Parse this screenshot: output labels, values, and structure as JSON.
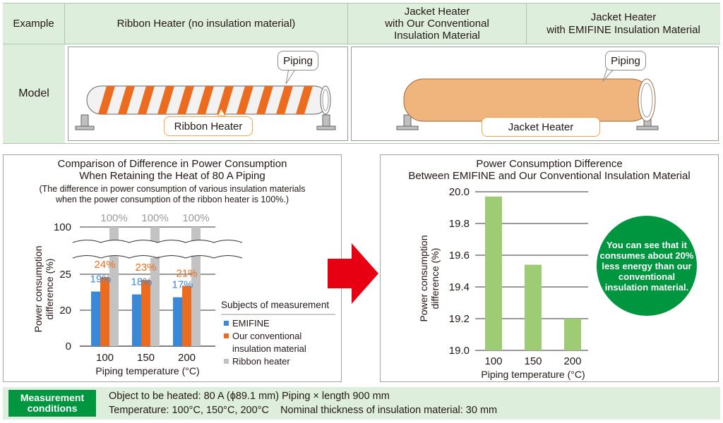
{
  "table": {
    "example_label": "Example",
    "model_label": "Model",
    "col_ribbon": "Ribbon Heater (no insulation material)",
    "col_conv_1": "Jacket Heater",
    "col_conv_2": "with Our Conventional",
    "col_conv_3": "Insulation Material",
    "col_emi_1": "Jacket Heater",
    "col_emi_2": "with EMIFINE Insulation Material",
    "piping_left": "Piping",
    "ribbon_heater": "Ribbon Heater",
    "piping_right": "Piping",
    "jacket_heater": "Jacket Heater"
  },
  "colors": {
    "emifine": "#3a88d8",
    "conventional": "#ec6c1f",
    "ribbon": "#c3c3c3",
    "green_bar": "#9dcc74",
    "accent_green": "#00953f",
    "arrow_red": "#e60012",
    "pipe_orange": "#f0b57c"
  },
  "left_chart": {
    "title_1": "Comparison of Difference in Power Consumption",
    "title_2": "When Retaining the Heat of 80 A Piping",
    "note_1": "(The difference in power consumption of various insulation materials",
    "note_2": "when the power consumption of the ribbon heater is 100%.)",
    "legend_title": "Subjects of measurement"
  },
  "right_chart": {
    "title_1": "Power Consumption Difference",
    "title_2": "Between EMIFINE and Our Conventional Insulation Material",
    "callout_1": "You can see that it",
    "callout_2": "consumes about 20%",
    "callout_3": "less energy than our",
    "callout_4": "conventional",
    "callout_5": "insulation material."
  },
  "chart_data": [
    {
      "type": "bar",
      "title": "Comparison of Difference in Power Consumption When Retaining the Heat of 80 A Piping",
      "xlabel": "Piping temperature (°C)",
      "ylabel": "Power consumption difference (%)",
      "categories": [
        "100",
        "150",
        "200"
      ],
      "yticks": [
        "0",
        "20",
        "25",
        "100"
      ],
      "axis_break": true,
      "legend_position": "right",
      "series": [
        {
          "name": "EMIFINE",
          "values": [
            19,
            18,
            17
          ],
          "labels": [
            "19%",
            "18%",
            "17%"
          ]
        },
        {
          "name": "Our conventional insulation material",
          "legend_line_1": "Our conventional",
          "legend_line_2": "insulation material",
          "values": [
            24,
            23,
            21
          ],
          "labels": [
            "24%",
            "23%",
            "21%"
          ]
        },
        {
          "name": "Ribbon heater",
          "values": [
            100,
            100,
            100
          ],
          "labels": [
            "100%",
            "100%",
            "100%"
          ]
        }
      ]
    },
    {
      "type": "bar",
      "title": "Power Consumption Difference Between EMIFINE and Our Conventional Insulation Material",
      "xlabel": "Piping temperature (°C)",
      "ylabel": "Power consumption difference (%)",
      "categories": [
        "100",
        "150",
        "200"
      ],
      "values": [
        19.97,
        19.54,
        19.2
      ],
      "ylim": [
        19.0,
        20.0
      ],
      "yticks": [
        "19.0",
        "19.2",
        "19.4",
        "19.6",
        "19.8",
        "20.0"
      ],
      "grid": true
    }
  ],
  "conditions": {
    "badge_1": "Measurement",
    "badge_2": "conditions",
    "line_1": "Object to be heated: 80 A (ϕ89.1 mm) Piping × length 900 mm",
    "line_2": "Temperature: 100°C, 150°C, 200°C    Nominal thickness of insulation material: 30 mm"
  }
}
